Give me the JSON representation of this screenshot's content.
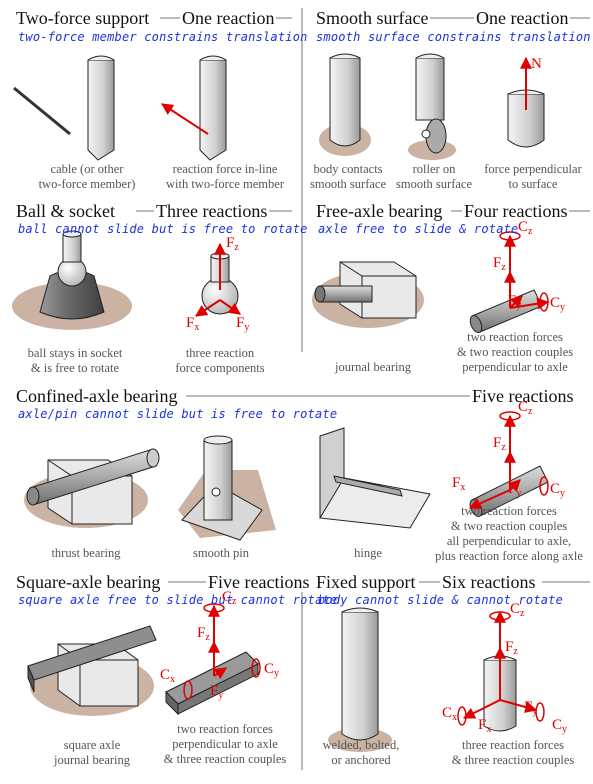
{
  "panels": {
    "two_force": {
      "title": "Two-force support",
      "reactions": "One reaction",
      "note": "two-force member constrains translation",
      "cap1": [
        "cable (or other",
        "two-force member)"
      ],
      "cap2": [
        "reaction force in-line",
        "with two-force member"
      ]
    },
    "smooth": {
      "title": "Smooth surface",
      "reactions": "One reaction",
      "note": "smooth surface constrains translation",
      "cap1": [
        "body contacts",
        "smooth surface"
      ],
      "cap2": [
        "roller on",
        "smooth surface"
      ],
      "cap3": [
        "force perpendicular",
        "to surface"
      ],
      "force": "N"
    },
    "ball": {
      "title": "Ball & socket",
      "reactions": "Three reactions",
      "note": "ball cannot slide but is free to rotate",
      "cap1": [
        "ball stays in socket",
        "& is free to rotate"
      ],
      "cap2": [
        "three reaction",
        "force components"
      ]
    },
    "free_axle": {
      "title": "Free-axle bearing",
      "reactions": "Four reactions",
      "note": "axle free to slide & rotate",
      "cap1": [
        "journal bearing"
      ],
      "cap2": [
        "two reaction forces",
        "& two reaction couples",
        "perpendicular to axle"
      ]
    },
    "confined": {
      "title": "Confined-axle bearing",
      "reactions": "Five reactions",
      "note": "axle/pin cannot slide but is free to rotate",
      "cap1": [
        "thrust bearing"
      ],
      "cap2": [
        "smooth pin"
      ],
      "cap3": [
        "hinge"
      ],
      "cap4": [
        "two reaction forces",
        "& two reaction couples",
        "all perpendicular to axle,",
        "plus reaction force along axle"
      ]
    },
    "square": {
      "title": "Square-axle bearing",
      "reactions": "Five reactions",
      "note": "square axle free to slide but cannot rotate",
      "cap1": [
        "square axle",
        "journal bearing"
      ],
      "cap2": [
        "two reaction forces",
        "perpendicular to axle",
        "& three reaction couples"
      ]
    },
    "fixed": {
      "title": "Fixed support",
      "reactions": "Six reactions",
      "note": "body cannot slide & cannot rotate",
      "cap1": [
        "welded, bolted,",
        "or anchored"
      ],
      "cap2": [
        "three reaction forces",
        "& three reaction couples"
      ]
    }
  },
  "labels": {
    "F": "F",
    "C": "C",
    "x": "x",
    "y": "y",
    "z": "z"
  },
  "colors": {
    "force": "#e00000",
    "note": "#1a33e0",
    "caption": "#555555",
    "shadow": "#cbb3a4"
  }
}
